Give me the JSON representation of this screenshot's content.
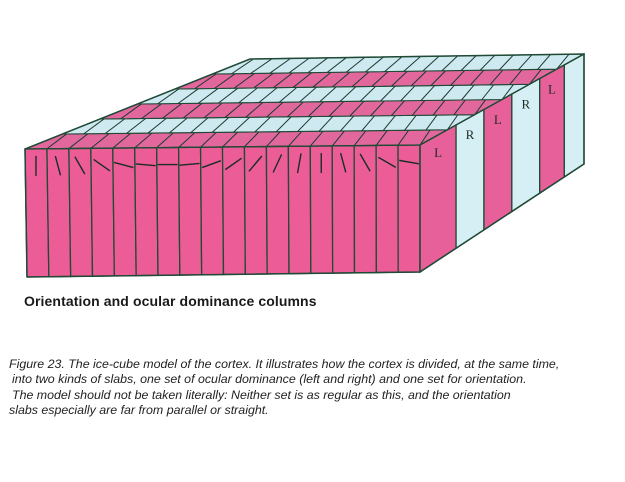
{
  "figure": {
    "title": "Orientation and ocular dominance columns",
    "colors": {
      "left_eye_slab": "#ec5c96",
      "right_eye_slab": "#d2eef4",
      "top_left_eye": "#e2679c",
      "top_right_eye": "#cfe9f0",
      "side_left_eye": "#e7609a",
      "side_right_eye": "#d6eff5",
      "outline": "#1f4a36"
    },
    "front_columns": 18,
    "side_slab_labels": [
      "L",
      "R",
      "L",
      "R",
      "L"
    ],
    "orientation_markers": "short line segments in each front column rotating progressively across columns"
  },
  "caption": {
    "lines": [
      "Figure 23. The ice-cube model of the cortex. It illustrates how the cortex is divided, at the same time,",
      "into two kinds of slabs, one set of ocular dominance (left and right) and one set for orientation.",
      "The model should not be taken literally: Neither set is as regular as this, and the orientation",
      "slabs especially are far from parallel or straight."
    ]
  }
}
